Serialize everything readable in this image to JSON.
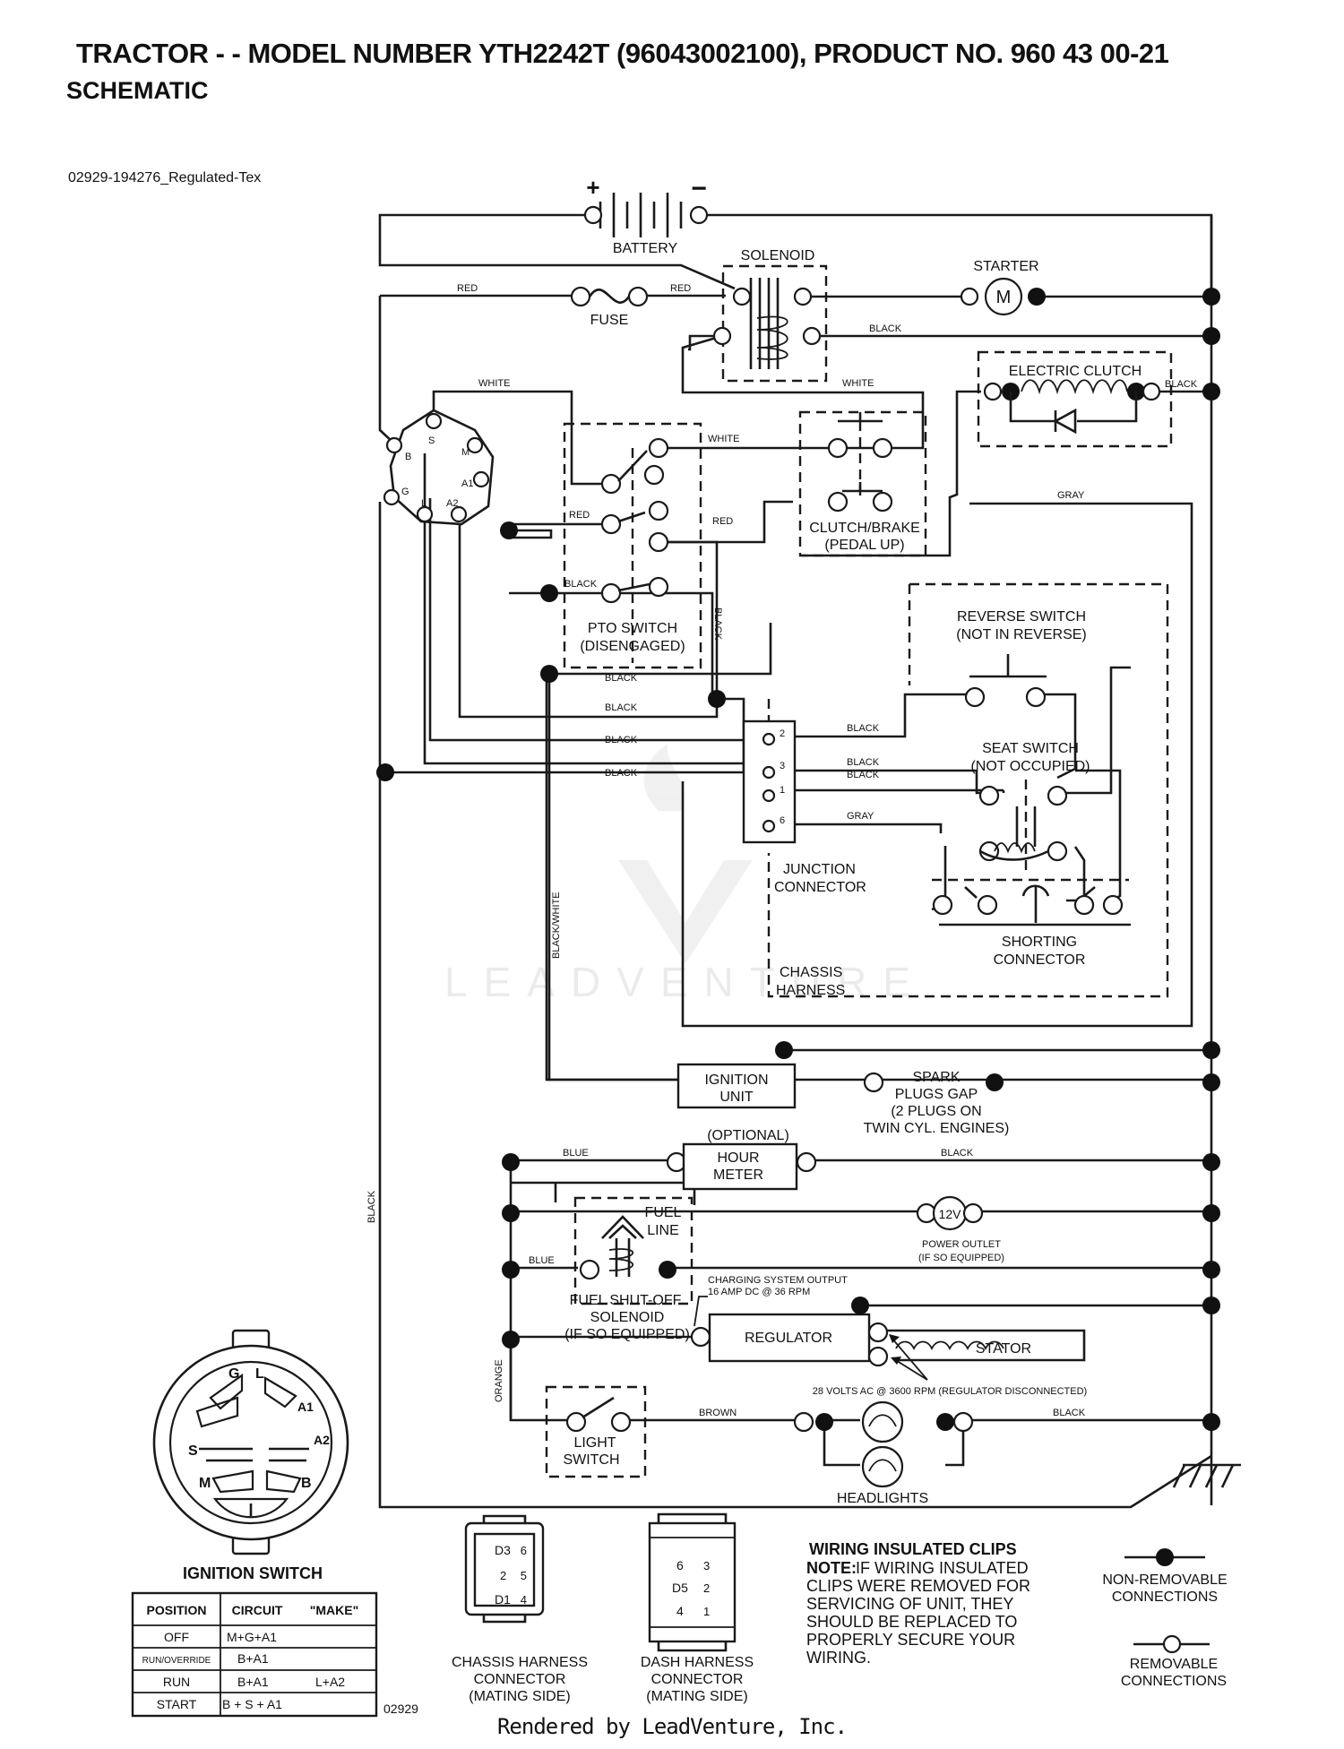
{
  "header": {
    "title": "TRACTOR - - MODEL NUMBER YTH2242T (96043002100), PRODUCT NO. 960 43 00-21",
    "subtitle": "SCHEMATIC",
    "drawing_id": "02929-194276_Regulated-Tex"
  },
  "components": {
    "battery": "BATTERY",
    "solenoid": "SOLENOID",
    "starter": "STARTER",
    "starter_motor": "M",
    "fuse": "FUSE",
    "electric_clutch": "ELECTRIC CLUTCH",
    "clutch_brake": [
      "CLUTCH/BRAKE",
      "(PEDAL UP)"
    ],
    "pto_switch": [
      "PTO SWITCH",
      "(DISENGAGED)"
    ],
    "reverse_switch": [
      "REVERSE SWITCH",
      "(NOT IN REVERSE)"
    ],
    "seat_switch": [
      "SEAT SWITCH",
      "(NOT OCCUPIED)"
    ],
    "junction_connector": [
      "JUNCTION",
      "CONNECTOR"
    ],
    "chassis_harness": [
      "CHASSIS",
      "HARNESS"
    ],
    "shorting_connector": [
      "SHORTING",
      "CONNECTOR"
    ],
    "ignition_unit": [
      "IGNITION",
      "UNIT"
    ],
    "spark_plugs": [
      "SPARK",
      "PLUGS GAP",
      "(2 PLUGS ON",
      "TWIN CYL. ENGINES)"
    ],
    "hour_meter": [
      "(OPTIONAL)",
      "HOUR",
      "METER"
    ],
    "fuel_line": [
      "FUEL",
      "LINE"
    ],
    "power_outlet": [
      "POWER OUTLET",
      "(IF SO EQUIPPED)"
    ],
    "power_outlet_voltage": "12V",
    "fuel_shutoff": [
      "FUEL SHUT-OFF",
      "SOLENOID",
      "(IF SO EQUIPPED)"
    ],
    "charging_output": [
      "CHARGING SYSTEM OUTPUT",
      "16 AMP DC @ 36 RPM"
    ],
    "regulator": "REGULATOR",
    "stator": "STATOR",
    "stator_note": "28 VOLTS AC @ 3600 RPM (REGULATOR DISCONNECTED)",
    "light_switch": [
      "LIGHT",
      "SWITCH"
    ],
    "headlights": "HEADLIGHTS",
    "ignition_terminals": [
      "B",
      "S",
      "M",
      "A1",
      "A2",
      "L",
      "G"
    ],
    "junction_pins": [
      "2",
      "3",
      "1",
      "6"
    ],
    "battery_plus": "+",
    "battery_minus": "−"
  },
  "wire_labels": {
    "red_1": "RED",
    "red_2": "RED",
    "red_3": "RED",
    "red_4": "RED",
    "black_starter": "BLACK",
    "black_clutch": "BLACK",
    "white_1": "WHITE",
    "white_2": "WHITE",
    "white_3": "WHITE",
    "gray_1": "GRAY",
    "gray_2": "GRAY",
    "black_pto": "BLACK",
    "black_pto_vert": "BLACK",
    "black_a": "BLACK",
    "black_b": "BLACK",
    "black_c": "BLACK",
    "black_d": "BLACK",
    "black_j2": "BLACK",
    "black_j3": "BLACK",
    "black_j1": "BLACK",
    "black_white": "BLACK/WHITE",
    "black_left": "BLACK",
    "blue_1": "BLUE",
    "blue_2": "BLUE",
    "black_hour": "BLACK",
    "orange": "ORANGE",
    "brown": "BROWN",
    "black_light": "BLACK"
  },
  "ignition_switch": {
    "title": "IGNITION SWITCH",
    "face_letters": [
      "G",
      "L",
      "A1",
      "A2",
      "S",
      "M",
      "B"
    ],
    "table_headers": [
      "POSITION",
      "CIRCUIT",
      "\"MAKE\""
    ],
    "table_rows": [
      {
        "position": "OFF",
        "circuit": "M+G+A1",
        "extra": ""
      },
      {
        "position": "RUN/OVERRIDE",
        "circuit": "B+A1",
        "extra": ""
      },
      {
        "position": "RUN",
        "circuit": "B+A1",
        "extra": "L+A2"
      },
      {
        "position": "START",
        "circuit": "B + S + A1",
        "extra": ""
      }
    ],
    "code": "02929"
  },
  "connectors": {
    "chassis": [
      "CHASSIS HARNESS",
      "CONNECTOR",
      "(MATING SIDE)"
    ],
    "chassis_pins": [
      "D3",
      "6",
      "2",
      "5",
      "D1",
      "4"
    ],
    "dash": [
      "DASH HARNESS",
      "CONNECTOR",
      "(MATING SIDE)"
    ],
    "dash_pins": [
      "6",
      "3",
      "D5",
      "2",
      "4",
      "1"
    ]
  },
  "note": {
    "heading": "WIRING INSULATED CLIPS",
    "label": "NOTE:",
    "lines": [
      " IF WIRING INSULATED",
      "CLIPS WERE REMOVED FOR",
      "SERVICING OF UNIT, THEY",
      "SHOULD BE REPLACED TO",
      "PROPERLY SECURE YOUR",
      " WIRING."
    ]
  },
  "legend": {
    "non_removable": [
      "NON-REMOVABLE",
      "CONNECTIONS"
    ],
    "removable": [
      "REMOVABLE",
      "CONNECTIONS"
    ]
  },
  "watermark": "LEADVENTURE",
  "footer": "Rendered by LeadVenture, Inc."
}
